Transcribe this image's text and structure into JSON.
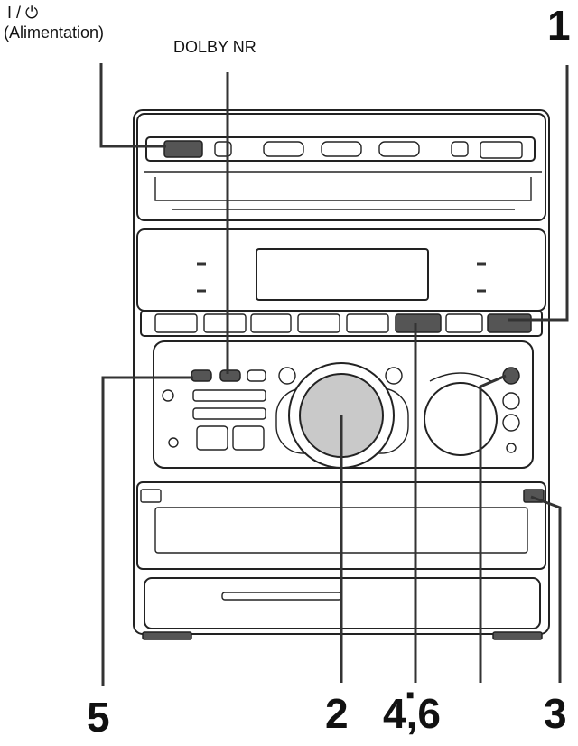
{
  "labels": {
    "power_symbol": "I / ⏻",
    "power_name": "(Alimentation)",
    "dolby": "DOLBY NR",
    "c1": "1",
    "c2": "2",
    "c3": "3",
    "c46": "4,6",
    "c5": "5"
  },
  "stop_symbol": "■"
}
